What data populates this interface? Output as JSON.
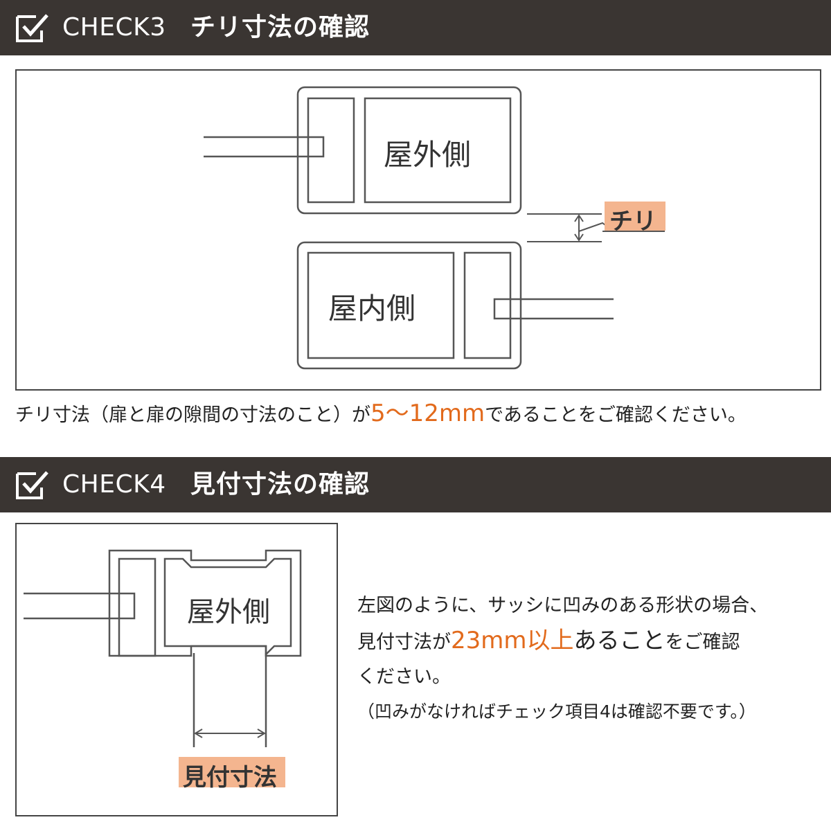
{
  "check3": {
    "code": "CHECK3",
    "name": "チリ寸法の確認",
    "label_outdoor": "屋外側",
    "label_indoor": "屋内側",
    "label_gap": "チリ",
    "caption_pre": "チリ寸法（扉と扉の隙間の寸法のこと）が",
    "caption_value": "5～12mm",
    "caption_post": "であることをご確認ください。"
  },
  "check4": {
    "code": "CHECK4",
    "name": "見付寸法の確認",
    "label_outdoor": "屋外側",
    "label_dimension": "見付寸法",
    "note_line1": "左図のように、サッシに凹みのある形状の場合、",
    "note_line2_pre": "見付寸法が",
    "note_line2_value": "23mm以上",
    "note_line2_mid": "あること",
    "note_line2_post": "をご確認",
    "note_line3": "ください。",
    "note_line4": "（凹みがなければチェック項目4は確認不要です。）"
  },
  "colors": {
    "band": "#3a3532",
    "accent": "#e26a1c",
    "label_fill": "#f4b58f"
  },
  "icons": [
    "checkbox-check-icon"
  ]
}
